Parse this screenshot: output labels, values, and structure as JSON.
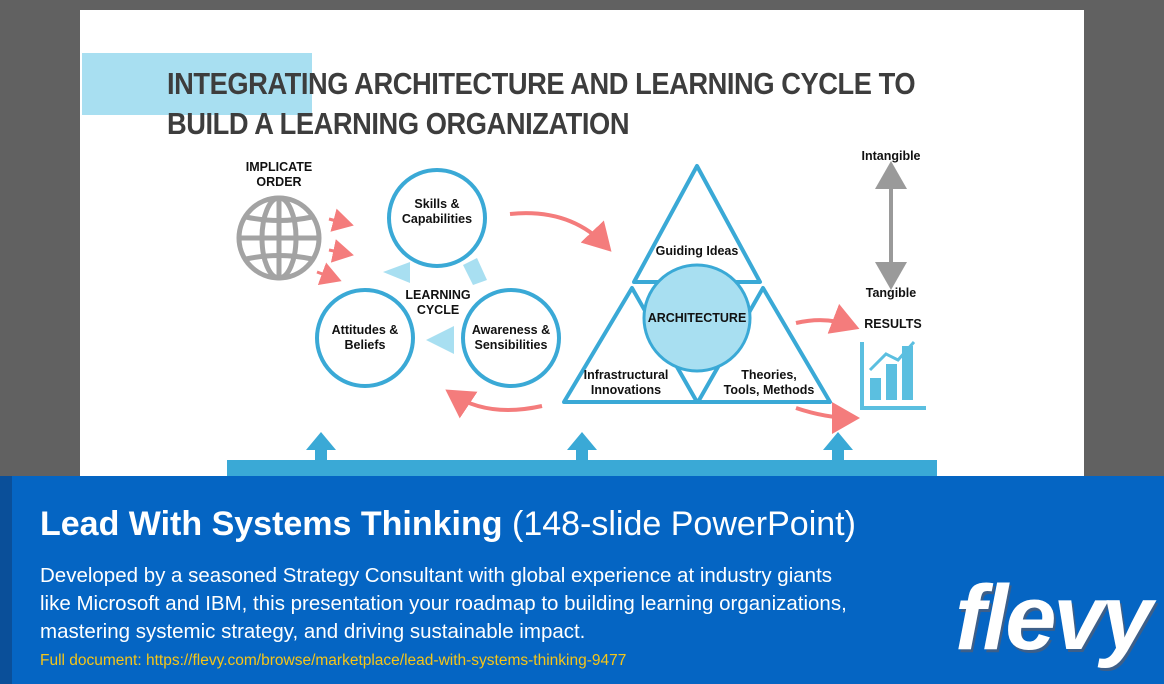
{
  "slide": {
    "title": "INTEGRATING ARCHITECTURE AND LEARNING CYCLE TO BUILD A LEARNING ORGANIZATION",
    "implicate_order": [
      "IMPLICATE",
      "ORDER"
    ],
    "learning_cycle": {
      "center_label": [
        "LEARNING",
        "CYCLE"
      ],
      "skills": [
        "Skills &",
        "Capabilities"
      ],
      "attitudes": [
        "Attitudes &",
        "Beliefs"
      ],
      "awareness": [
        "Awareness &",
        "Sensibilities"
      ]
    },
    "architecture": {
      "center": "ARCHITECTURE",
      "guiding_ideas": "Guiding Ideas",
      "infrastructural": [
        "Infrastructural",
        "Innovations"
      ],
      "theories": [
        "Theories,",
        "Tools, Methods"
      ]
    },
    "results": {
      "intangible": "Intangible",
      "tangible": "Tangible",
      "label": "RESULTS"
    },
    "icons": [
      "globe-icon",
      "bar-chart-icon"
    ],
    "colors": {
      "accent_blue": "#a8dff1",
      "outline_blue": "#3aa9d6",
      "arrow_red": "#f47c7c",
      "bar_blue": "#5bbfe0"
    }
  },
  "banner": {
    "title_strong": "Lead With Systems Thinking",
    "title_light": "(148-slide PowerPoint)",
    "description": [
      "Developed by a seasoned Strategy Consultant with global experience at industry giants",
      "like Microsoft and IBM, this presentation your roadmap to building learning organizations,",
      "mastering systemic strategy, and driving sustainable impact."
    ],
    "link": "Full document: https://flevy.com/browse/marketplace/lead-with-systems-thinking-9477",
    "logo": "flevy",
    "colors": {
      "background": "#0565c3",
      "link": "#f5c518"
    }
  }
}
